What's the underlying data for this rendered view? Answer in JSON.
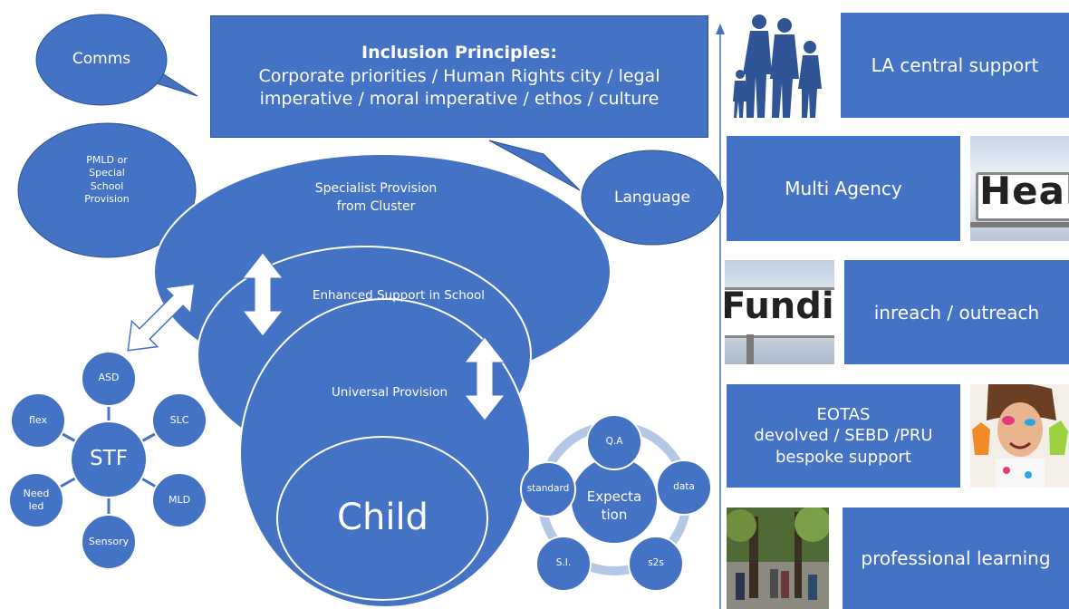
{
  "principles": {
    "title": "Inclusion Principles:",
    "line1": "Corporate priorities / Human Rights city / legal",
    "line2": "imperative / moral imperative / ethos / culture"
  },
  "bubbles": {
    "comms": "Comms",
    "language": "Language",
    "pmld": [
      "PMLD or",
      "Special",
      "School",
      "Provision"
    ]
  },
  "layers": {
    "specialist": [
      "Specialist Provision",
      "from Cluster"
    ],
    "enhanced": "Enhanced Support in School",
    "universal": "Universal Provision",
    "child": "Child"
  },
  "stf": {
    "hub": "STF",
    "nodes": [
      "ASD",
      "SLC",
      "MLD",
      "Sensory",
      "Need led",
      "flex"
    ]
  },
  "expectation": {
    "hub": [
      "Expecta",
      "tion"
    ],
    "nodes": [
      "Q.A",
      "data",
      "s2s",
      "S.I.",
      "standard"
    ]
  },
  "right_panel": {
    "la_central": "LA central support",
    "multi_agency": "Multi Agency",
    "inreach": "inreach / outreach",
    "eotas": [
      "EOTAS",
      "devolved / SEBD /PRU",
      "bespoke support"
    ],
    "professional": "professional learning",
    "sign_health": "Heal",
    "sign_funding": "Fundi"
  },
  "colors": {
    "primary": "#4472c4",
    "dark_fill": "#3b65b3",
    "ring": "#b4c7e7"
  }
}
